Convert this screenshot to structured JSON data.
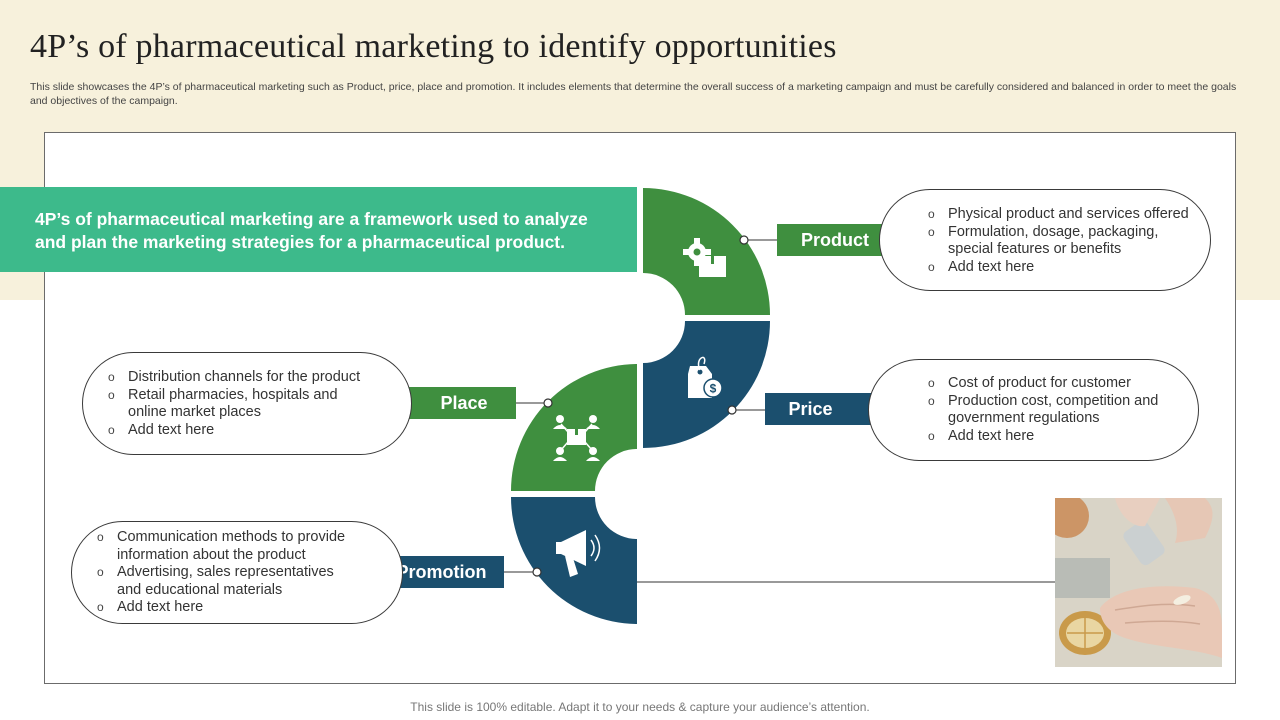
{
  "header": {
    "title": "4P’s of pharmaceutical marketing to identify opportunities",
    "subtitle": "This slide showcases the 4P’s of pharmaceutical marketing such as Product, price, place and promotion. It includes elements that  determine the overall success of a marketing campaign and must be carefully considered and balanced in order to meet the goals and objectives of the campaign."
  },
  "banner": {
    "line1": "4P’s of pharmaceutical marketing are a framework used to analyze",
    "line2": "and plan the marketing strategies for a pharmaceutical product."
  },
  "segments": {
    "product": {
      "label": "Product",
      "color": "#3f8f3f",
      "icon": "gear-box-icon",
      "items": [
        "Physical product and services offered",
        "Formulation, dosage, packaging, special features or benefits",
        "Add text here"
      ]
    },
    "price": {
      "label": "Price",
      "color": "#1b4f6e",
      "icon": "price-tag-icon",
      "items": [
        "Cost of product for customer",
        "Production cost, competition and government regulations",
        "Add text here"
      ]
    },
    "place": {
      "label": "Place",
      "color": "#3f8f3f",
      "icon": "distribution-network-icon",
      "items": [
        "Distribution channels for the product",
        "Retail pharmacies, hospitals and online market places",
        "Add text here"
      ]
    },
    "promotion": {
      "label": "Promotion",
      "color": "#1b4f6e",
      "icon": "megaphone-icon",
      "items": [
        "Communication methods to provide information about the product",
        "Advertising, sales representatives and educational materials",
        "Add text here"
      ]
    }
  },
  "colors": {
    "background_band": "#f7f1dc",
    "banner": "#3dba8b",
    "green": "#3f8f3f",
    "navy": "#1b4f6e"
  },
  "footer": "This slide is 100% editable. Adapt it to your needs & capture your audience’s attention."
}
